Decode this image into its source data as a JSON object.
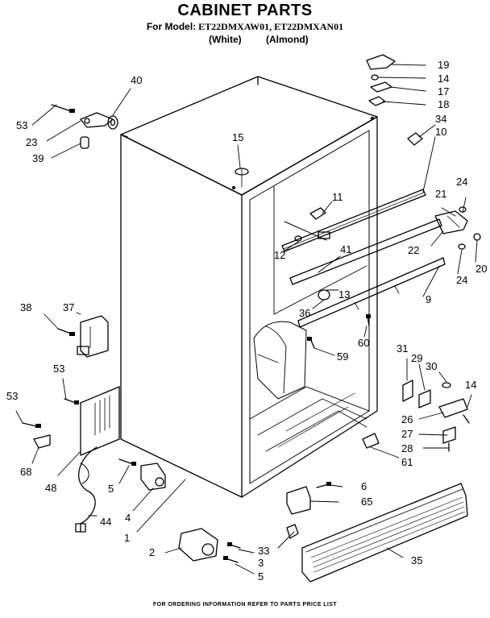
{
  "header": {
    "title": "CABINET PARTS",
    "model_label": "For Model:",
    "models": "ET22DMXAW01, ET22DMXAN01",
    "color_1": "(White)",
    "color_2": "(Almond)"
  },
  "footer": {
    "text": "FOR ORDERING INFORMATION REFER TO PARTS PRICE LIST"
  },
  "callouts": {
    "c1": "1",
    "c2": "2",
    "c3": "3",
    "c4": "4",
    "c5a": "5",
    "c5b": "5",
    "c6": "6",
    "c9": "9",
    "c10": "10",
    "c11": "11",
    "c12": "12",
    "c13": "13",
    "c14a": "14",
    "c14b": "14",
    "c15": "15",
    "c17": "17",
    "c18": "18",
    "c19": "19",
    "c20": "20",
    "c21": "21",
    "c22": "22",
    "c23": "23",
    "c24a": "24",
    "c24b": "24",
    "c26": "26",
    "c27": "27",
    "c28": "28",
    "c29": "29",
    "c30": "30",
    "c31": "31",
    "c33": "33",
    "c34": "34",
    "c35": "35",
    "c36": "36",
    "c37": "37",
    "c38": "38",
    "c39": "39",
    "c40": "40",
    "c41": "41",
    "c44": "44",
    "c48": "48",
    "c53a": "53",
    "c53b": "53",
    "c53c": "53",
    "c59": "59",
    "c60": "60",
    "c61": "61",
    "c65": "65",
    "c68": "68"
  }
}
